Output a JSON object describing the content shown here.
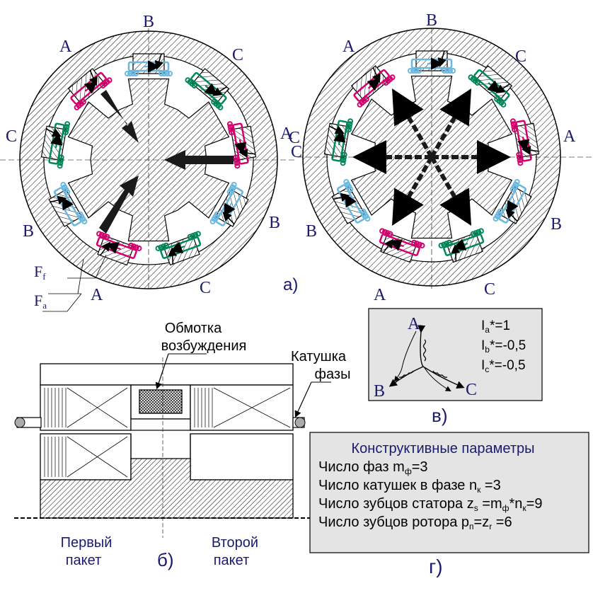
{
  "colors": {
    "phase_a": "#d4006e",
    "phase_b": "#6ab8e0",
    "phase_c": "#00875a",
    "label": "#1a1a6e",
    "panel_bg": "#e4e4e4",
    "text": "#000000"
  },
  "motor_left": {
    "labels": {
      "top": "B",
      "top_left": "A",
      "right_top": "C",
      "left_top": "C",
      "right": "A",
      "right_mid": "C",
      "left_bottom": "B",
      "right_bottom": "B",
      "bottom_left": "A",
      "bottom_right": "C"
    },
    "force_f": "F",
    "force_f_sub": "f",
    "force_a": "F",
    "force_a_sub": "a",
    "caption": "а)"
  },
  "motor_right": {
    "labels": {
      "top": "B",
      "top_left": "A",
      "right_top": "C",
      "left_top": "C",
      "right": "A",
      "left_bottom": "B",
      "right_bottom": "B",
      "bottom_left": "A",
      "bottom_right": "C"
    }
  },
  "section_view": {
    "excitation_label_1": "Обмотка",
    "excitation_label_2": "возбуждения",
    "phase_coil_label_1": "Катушка",
    "phase_coil_label_2": "фазы",
    "first_pack_1": "Первый",
    "first_pack_2": "пакет",
    "second_pack_1": "Второй",
    "second_pack_2": "пакет",
    "caption": "б)"
  },
  "phasor": {
    "label_a": "A",
    "label_b": "B",
    "label_c": "C",
    "ia_main": "I",
    "ia_sub": "a",
    "ia_value": "*=1",
    "ib_main": "I",
    "ib_sub": "b",
    "ib_value": "*=-0,5",
    "ic_main": "I",
    "ic_sub": "c",
    "ic_value": "*=-0,5",
    "caption": "в)"
  },
  "parameters": {
    "title": "Конструктивные параметры",
    "line1_pre": "Число фаз m",
    "line1_sub": "ф",
    "line1_post": "=3",
    "line2_pre": "Число катушек в фазе n",
    "line2_sub": "к",
    "line2_post": " =3",
    "line3_pre": "Число зубцов статора z",
    "line3_sub1": "s",
    "line3_mid1": " =m",
    "line3_sub2": "ф",
    "line3_mid2": "*n",
    "line3_sub3": "к",
    "line3_post": "=9",
    "line4_pre": "Число зубцов ротора p",
    "line4_sub1": "п",
    "line4_mid": "=z",
    "line4_sub2": "r",
    "line4_post": " =6",
    "caption": "г)"
  }
}
